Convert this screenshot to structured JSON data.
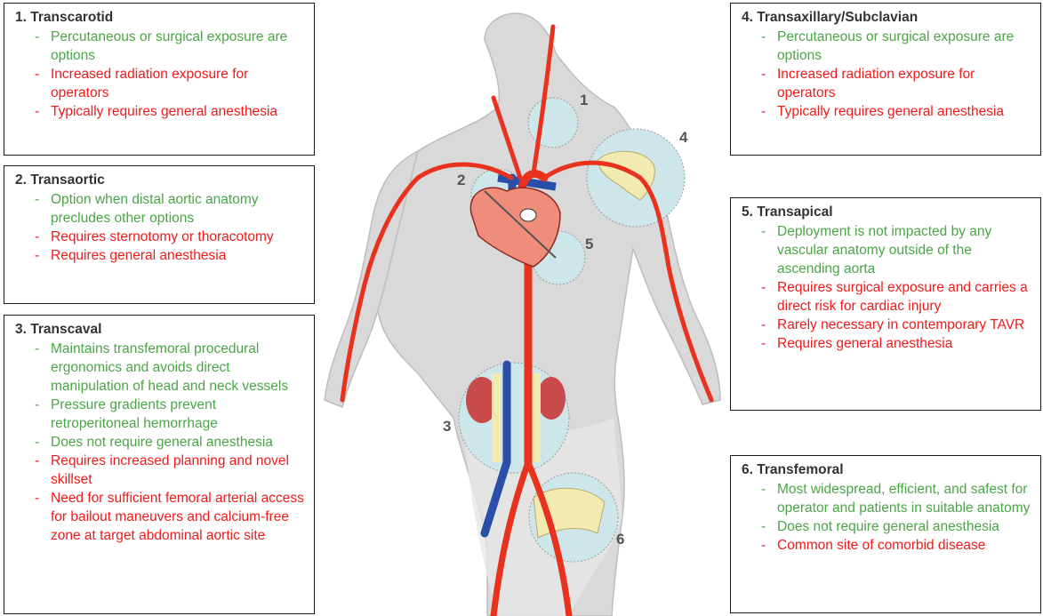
{
  "colors": {
    "pro": "#4aa546",
    "con": "#ee1b1b",
    "artery": "#e8321e",
    "vein": "#2a4fa8",
    "body": "#d9d9d9",
    "zone": "#cde6ea"
  },
  "boxes": [
    {
      "id": "transcarotid",
      "title": "1. Transcarotid",
      "items": [
        {
          "text": "Percutaneous or surgical exposure are options",
          "kind": "pro"
        },
        {
          "text": "Increased radiation exposure for operators",
          "kind": "con"
        },
        {
          "text": "Typically requires general anesthesia",
          "kind": "con"
        }
      ]
    },
    {
      "id": "transaortic",
      "title": "2. Transaortic",
      "items": [
        {
          "text": "Option when distal aortic anatomy precludes other options",
          "kind": "pro"
        },
        {
          "text": "Requires sternotomy or thoracotomy",
          "kind": "con"
        },
        {
          "text": "Requires general anesthesia",
          "kind": "con"
        }
      ]
    },
    {
      "id": "transcaval",
      "title": "3. Transcaval",
      "items": [
        {
          "text": "Maintains transfemoral procedural ergonomics and avoids direct manipulation of head and neck vessels",
          "kind": "pro"
        },
        {
          "text": "Pressure gradients prevent retroperitoneal hemorrhage",
          "kind": "pro"
        },
        {
          "text": "Does not require general anesthesia",
          "kind": "pro"
        },
        {
          "text": "Requires increased planning and novel skillset",
          "kind": "con"
        },
        {
          "text": "Need for sufficient femoral arterial access for bailout maneuvers and calcium-free zone at target abdominal aortic site",
          "kind": "con"
        }
      ]
    },
    {
      "id": "transaxillary",
      "title": "4. Transaxillary/Subclavian",
      "items": [
        {
          "text": "Percutaneous or surgical exposure are options",
          "kind": "pro"
        },
        {
          "text": "Increased radiation exposure for operators",
          "kind": "con"
        },
        {
          "text": "Typically requires general anesthesia",
          "kind": "con"
        }
      ]
    },
    {
      "id": "transapical",
      "title": "5. Transapical",
      "items": [
        {
          "text": "Deployment is not impacted by any vascular anatomy outside of the ascending aorta",
          "kind": "pro"
        },
        {
          "text": "Requires surgical exposure and carries a direct risk for cardiac injury",
          "kind": "con"
        },
        {
          "text": "Rarely necessary in contemporary TAVR",
          "kind": "con"
        },
        {
          "text": "Requires general anesthesia",
          "kind": "con"
        }
      ]
    },
    {
      "id": "transfemoral",
      "title": "6. Transfemoral",
      "items": [
        {
          "text": "Most widespread, efficient, and safest for operator and patients in suitable anatomy",
          "kind": "pro"
        },
        {
          "text": "Does not require general anesthesia",
          "kind": "pro"
        },
        {
          "text": "Common site of comorbid disease",
          "kind": "con"
        }
      ]
    }
  ],
  "figure_labels": [
    "1",
    "2",
    "3",
    "4",
    "5",
    "6"
  ]
}
